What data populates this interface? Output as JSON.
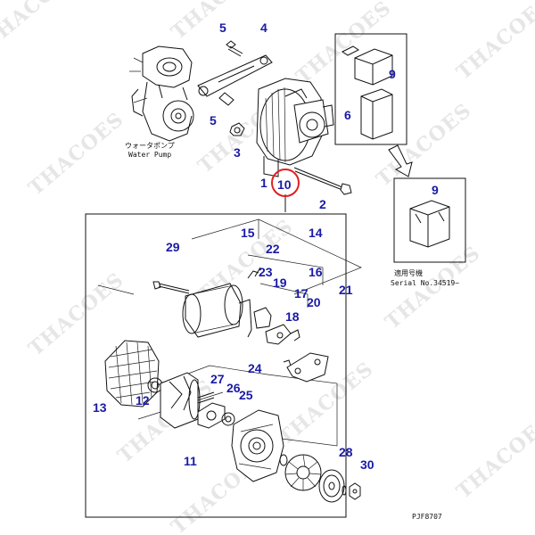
{
  "diagram": {
    "watermark_text": "THACOES",
    "water_pump_label_jp": "ウォータポンプ",
    "water_pump_label_en": "Water Pump",
    "serial_label_jp": "適用号機",
    "serial_label_en": "Serial No.34519~",
    "drawing_code": "PJF8707",
    "highlight_color": "#e02020",
    "callout_color": "#1a1aa6",
    "callouts": [
      {
        "id": "c5a",
        "text": "5"
      },
      {
        "id": "c4",
        "text": "4"
      },
      {
        "id": "c5b",
        "text": "5"
      },
      {
        "id": "c3",
        "text": "3"
      },
      {
        "id": "c1",
        "text": "1"
      },
      {
        "id": "c10",
        "text": "10"
      },
      {
        "id": "c2",
        "text": "2"
      },
      {
        "id": "c9a",
        "text": "9"
      },
      {
        "id": "c6",
        "text": "6"
      },
      {
        "id": "c9b",
        "text": "9"
      },
      {
        "id": "c29",
        "text": "29"
      },
      {
        "id": "c15",
        "text": "15"
      },
      {
        "id": "c22",
        "text": "22"
      },
      {
        "id": "c14",
        "text": "14"
      },
      {
        "id": "c23",
        "text": "23"
      },
      {
        "id": "c16",
        "text": "16"
      },
      {
        "id": "c19",
        "text": "19"
      },
      {
        "id": "c17",
        "text": "17"
      },
      {
        "id": "c21",
        "text": "21"
      },
      {
        "id": "c20",
        "text": "20"
      },
      {
        "id": "c18",
        "text": "18"
      },
      {
        "id": "c24",
        "text": "24"
      },
      {
        "id": "c27",
        "text": "27"
      },
      {
        "id": "c26",
        "text": "26"
      },
      {
        "id": "c25",
        "text": "25"
      },
      {
        "id": "c13",
        "text": "13"
      },
      {
        "id": "c12",
        "text": "12"
      },
      {
        "id": "c11",
        "text": "11"
      },
      {
        "id": "c28",
        "text": "28"
      },
      {
        "id": "c30",
        "text": "30"
      }
    ]
  }
}
